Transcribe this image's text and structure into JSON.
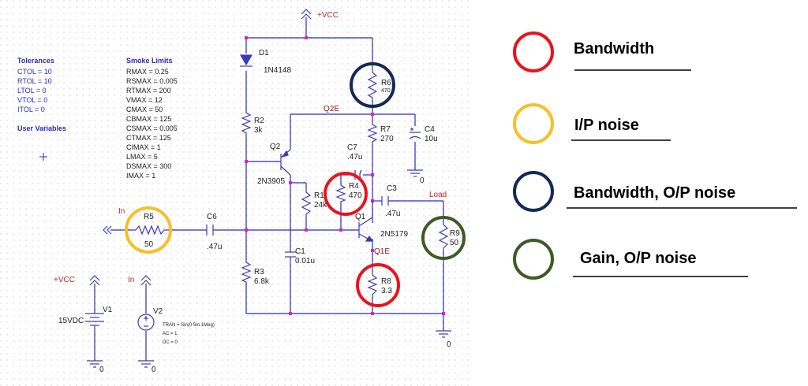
{
  "tolerances": {
    "title": "Tolerances",
    "lines": [
      "CTOL = 10",
      "RTOL = 10",
      "LTOL = 0",
      "VTOL = 0",
      "ITOL = 0"
    ]
  },
  "user_variables": "User Variables",
  "smoke_limits": {
    "title": "Smoke Limits",
    "lines": [
      "RMAX = 0.25",
      "RSMAX = 0.005",
      "RTMAX = 200",
      "VMAX = 12",
      "CMAX = 50",
      "CBMAX = 125",
      "CSMAX = 0.005",
      "CTMAX = 125",
      "CIMAX = 1",
      "LMAX = 5",
      "DSMAX = 300",
      "IMAX = 1"
    ]
  },
  "labels": {
    "vcc_top": "+VCC",
    "d1_name": "D1",
    "d1_value": "1N4148",
    "r6_name": "R6",
    "r6_value": "470",
    "q2e": "Q2E",
    "r2_name": "R2",
    "r2_value": "3k",
    "q2_name": "Q2",
    "q2_part": "2N3905",
    "r7_name": "R7",
    "r7_value": "270",
    "c4_name": "C4",
    "c4_value": "10u",
    "c4_gnd": "0",
    "c7_name": "C7",
    "c7_value": ".47u",
    "r1_name": "R1",
    "r1_value": "24k",
    "r4_name": "R4",
    "r4_value": "470",
    "c3_name": "C3",
    "c3_value": ".47u",
    "load": "Load",
    "q1_name": "Q1",
    "q1_part": "2N5179",
    "r9_name": "R9",
    "r9_value": "50",
    "in_label": "In",
    "r5_name": "R5",
    "r5_value": "50",
    "c6_name": "C6",
    "c6_value": ".47u",
    "c1_name": "C1",
    "c1_value": "0.01u",
    "q1e": "Q1E",
    "r3_name": "R3",
    "r3_value": "6.8k",
    "r8_name": "R8",
    "r8_value": "3.3",
    "gnd_right": "0",
    "vcc_src": "+VCC",
    "v1_name": "V1",
    "v1_value": "15VDC",
    "v1_gnd": "0",
    "in_src": "In",
    "v2_name": "V2",
    "v2_tran": "TRAN = Sin(0 5m 1Meg)",
    "v2_ac": "AC = 1",
    "v2_dc": "DC = 0",
    "v2_gnd": "0"
  },
  "legend": [
    {
      "label": "Bandwidth",
      "color": "#e8141c"
    },
    {
      "label": "I/P noise",
      "color": "#f6c02a"
    },
    {
      "label": "Bandwidth, O/P noise",
      "color": "#132a57"
    },
    {
      "label": "Gain, O/P noise",
      "color": "#3e5a26"
    }
  ],
  "colors": {
    "wire": "#2b2bb8",
    "component": "#3b3bb8",
    "net_label": "#8b1a1a",
    "junction": "#e020c0",
    "red_label": "#d21f1f"
  }
}
